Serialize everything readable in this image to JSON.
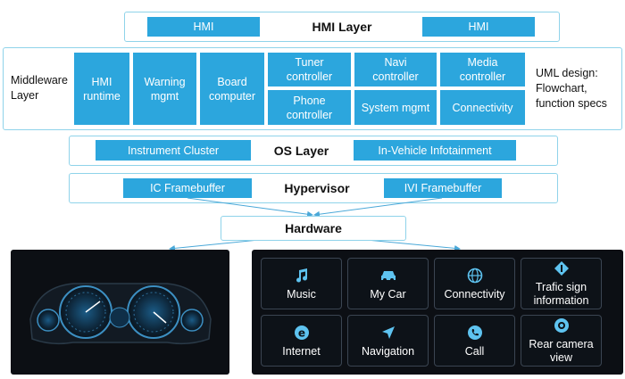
{
  "hmi_layer": {
    "title": "HMI Layer",
    "left_box": "HMI",
    "right_box": "HMI"
  },
  "middleware": {
    "label": "Middleware Layer",
    "boxes": [
      "HMI runtime",
      "Warning mgmt",
      "Board computer",
      "Tuner controller",
      "Navi controller",
      "Media controller",
      "Phone controller",
      "System mgmt",
      "Connectivity"
    ],
    "note": "UML design: Flowchart, function specs"
  },
  "os_layer": {
    "title": "OS Layer",
    "left_box": "Instrument Cluster",
    "right_box": "In-Vehicle Infotainment"
  },
  "hypervisor": {
    "title": "Hypervisor",
    "left_box": "IC Framebuffer",
    "right_box": "IVI Framebuffer"
  },
  "hardware": {
    "title": "Hardware"
  },
  "infotainment": {
    "tiles": [
      {
        "label": "Music",
        "icon": "music-note-icon"
      },
      {
        "label": "My Car",
        "icon": "car-icon"
      },
      {
        "label": "Connectivity",
        "icon": "globe-icon"
      },
      {
        "label": "Trafic sign information",
        "icon": "traffic-sign-icon"
      },
      {
        "label": "Internet",
        "icon": "internet-e-icon"
      },
      {
        "label": "Navigation",
        "icon": "navigation-arrow-icon"
      },
      {
        "label": "Call",
        "icon": "phone-call-icon"
      },
      {
        "label": "Rear camera view",
        "icon": "camera-icon"
      }
    ]
  },
  "colors": {
    "box": "#2ca6dd",
    "border": "#8fd3ea",
    "screen": "#0c0f14",
    "arrow": "#4aa8d8"
  }
}
